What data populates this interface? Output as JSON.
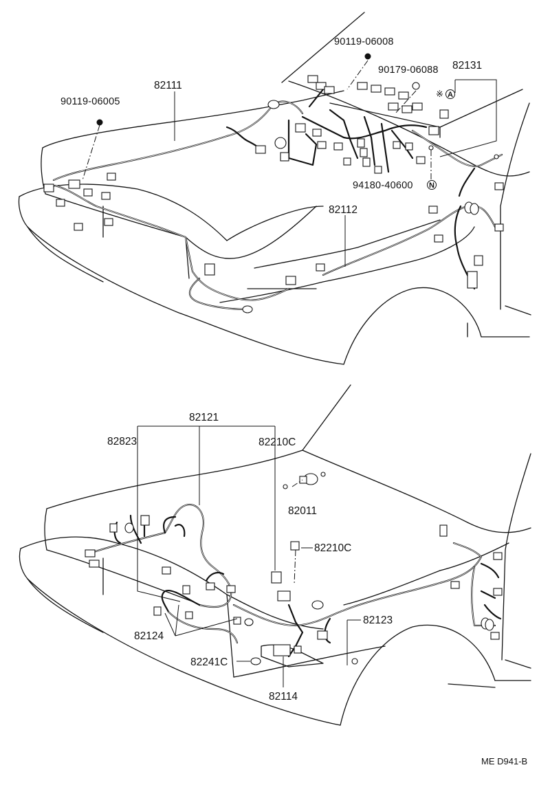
{
  "diagram": {
    "drawing_code": "ME D941-B",
    "upper_labels": {
      "p90119_06008": "90119-06008",
      "p90179_06088": "90179-06088",
      "p82131": "82131",
      "mark_a_prefix": "※",
      "mark_a": "A",
      "p90119_06005": "90119-06005",
      "p82111": "82111",
      "p94180_40600": "94180-40600",
      "mark_n": "N",
      "p82112": "82112"
    },
    "lower_labels": {
      "p82121": "82121",
      "p82823": "82823",
      "p82210c_top": "82210C",
      "p82011": "82011",
      "p82210c_mid": "82210C",
      "p82123": "82123",
      "p82124": "82124",
      "p82241c": "82241C",
      "p82114": "82114"
    }
  }
}
